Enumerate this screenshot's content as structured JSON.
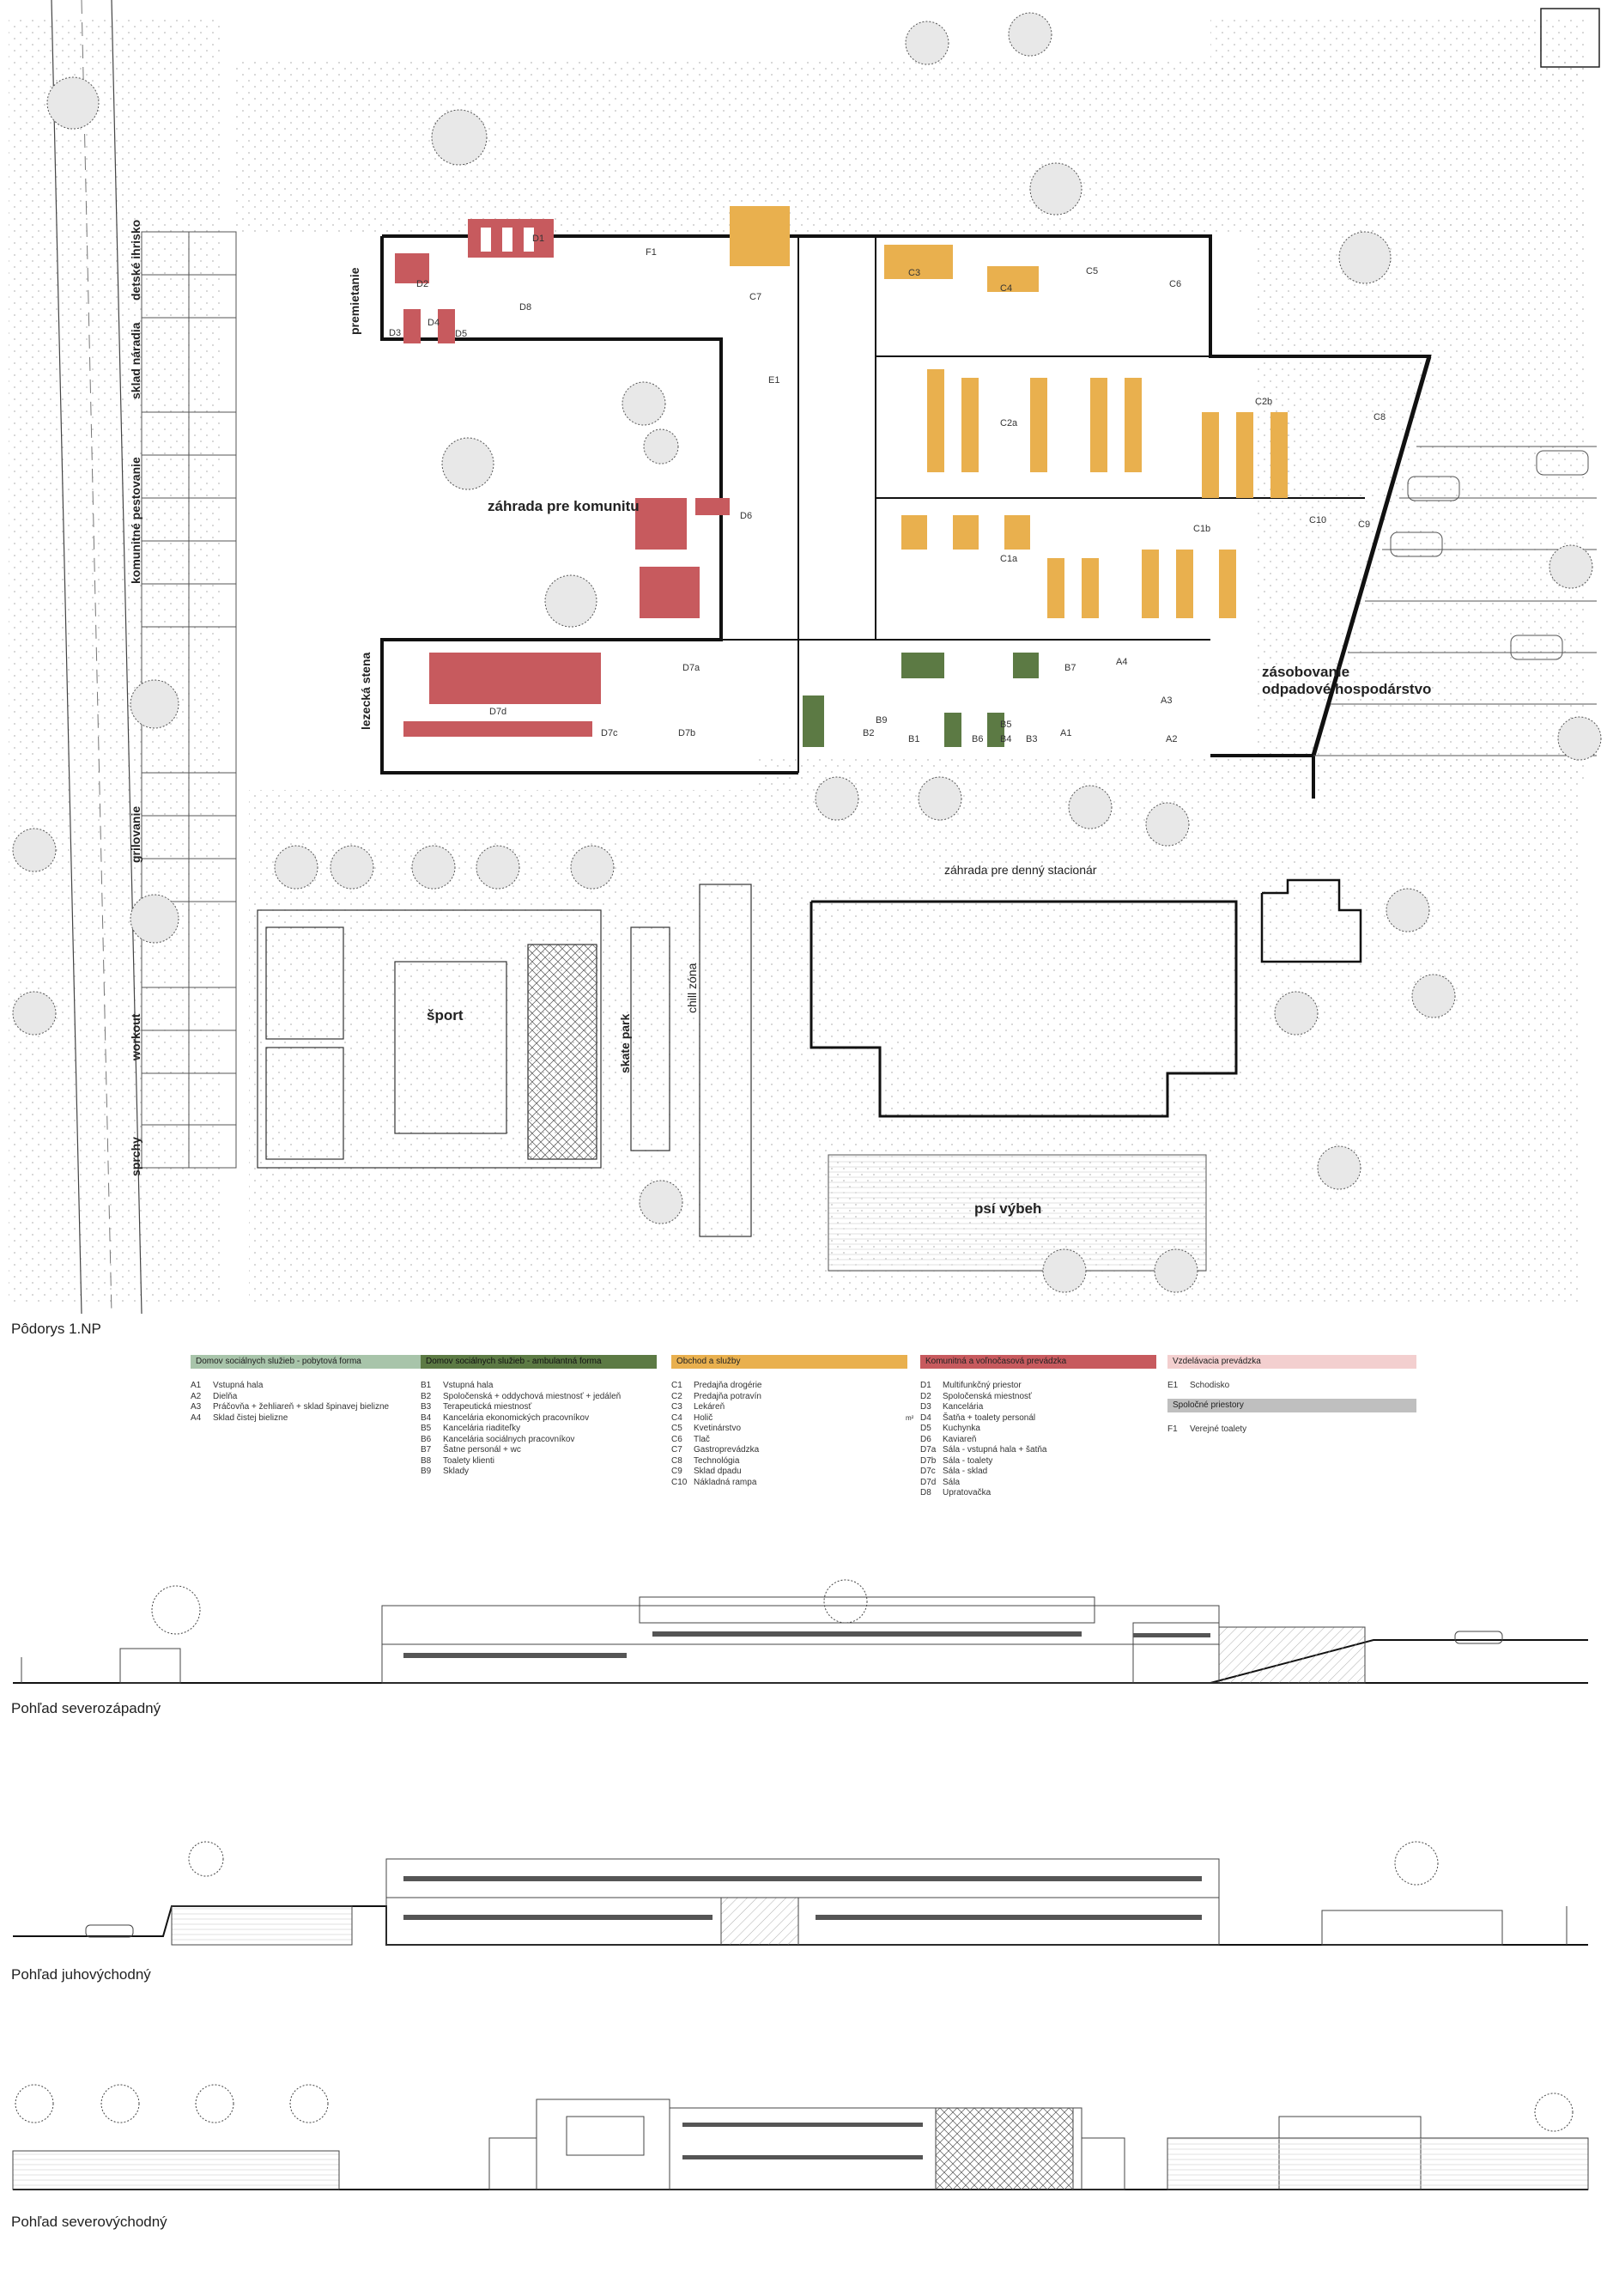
{
  "plan": {
    "caption": "Pôdorys 1.NP",
    "labels": {
      "garden_community": "záhrada pre komunitu",
      "projection": "premietanie",
      "climbing_wall": "lezecká stena",
      "supply": "zásobovanie",
      "waste": "odpadové hospodárstvo",
      "garden_daycare": "záhrada pre denný stacionár",
      "dog_run": "psí výbeh",
      "sport": "šport",
      "skate_park": "skate park",
      "chill_zone": "chill zóna",
      "playground": "detské ihrisko",
      "tool_storage": "sklad náradia",
      "community_growing": "komunitné pestovanie",
      "grilling": "grilovanie",
      "workout": "workout",
      "showers": "sprchy"
    },
    "rooms": [
      "D1",
      "D2",
      "D3",
      "D4",
      "D5",
      "D8",
      "F1",
      "C7",
      "C3",
      "C4",
      "C5",
      "C6",
      "E1",
      "C2a",
      "C2b",
      "C8",
      "C1a",
      "C1b",
      "C10",
      "C9",
      "D6",
      "D7a",
      "D7d",
      "D7b",
      "D7c",
      "B2",
      "B9",
      "B1",
      "B6",
      "B5",
      "B4",
      "B3",
      "B7",
      "A4",
      "A3",
      "A1",
      "A2"
    ]
  },
  "legend": {
    "columns": [
      {
        "title": "Domov sociálnych služieb - pobytová forma",
        "color": "#a8c4aa",
        "items": [
          {
            "code": "A1",
            "text": "Vstupná hala"
          },
          {
            "code": "A2",
            "text": "Dielňa"
          },
          {
            "code": "A3",
            "text": "Práčovňa + žehliareň + sklad špinavej bielizne"
          },
          {
            "code": "A4",
            "text": "Sklad čistej bielizne"
          }
        ]
      },
      {
        "title": "Domov sociálnych služieb - ambulantná forma",
        "color": "#5c7a44",
        "items": [
          {
            "code": "B1",
            "text": "Vstupná hala"
          },
          {
            "code": "B2",
            "text": "Spoločenská + oddychová miestnosť + jedáleň"
          },
          {
            "code": "B3",
            "text": "Terapeutická miestnosť"
          },
          {
            "code": "B4",
            "text": "Kancelária ekonomických pracovníkov"
          },
          {
            "code": "B5",
            "text": "Kancelária riaditeľky"
          },
          {
            "code": "B6",
            "text": "Kancelária sociálnych pracovníkov"
          },
          {
            "code": "B7",
            "text": "Šatne personál + wc"
          },
          {
            "code": "B8",
            "text": "Toalety klienti"
          },
          {
            "code": "B9",
            "text": "Sklady"
          }
        ]
      },
      {
        "title": "Obchod a služby",
        "color": "#e9b04e",
        "items": [
          {
            "code": "C1",
            "text": "Predajňa drogérie"
          },
          {
            "code": "C2",
            "text": "Predajňa potravín"
          },
          {
            "code": "C3",
            "text": "Lekáreň"
          },
          {
            "code": "C4",
            "text": "Holič"
          },
          {
            "code": "C5",
            "text": "Kvetinárstvo"
          },
          {
            "code": "C6",
            "text": "Tlač"
          },
          {
            "code": "C7",
            "text": "Gastroprevádzka"
          },
          {
            "code": "C8",
            "text": "Technológia"
          },
          {
            "code": "C9",
            "text": "Sklad dpadu"
          },
          {
            "code": "C10",
            "text": "Nákladná rampa"
          }
        ]
      },
      {
        "title": "Komunitná a voľnočasová prevádzka",
        "color": "#c75a5e",
        "items": [
          {
            "code": "D1",
            "text": "Multifunkčný priestor"
          },
          {
            "code": "D2",
            "text": "Spoločenská miestnosť"
          },
          {
            "code": "D3",
            "text": "Kancelária"
          },
          {
            "code": "D4",
            "text": "Šatňa + toalety personál"
          },
          {
            "code": "D5",
            "text": "Kuchynka"
          },
          {
            "code": "D6",
            "text": "Kaviareň"
          },
          {
            "code": "D7a",
            "text": "Sála - vstupná hala + šatňa"
          },
          {
            "code": "D7b",
            "text": "Sála - toalety"
          },
          {
            "code": "D7c",
            "text": "Sála - sklad"
          },
          {
            "code": "D7d",
            "text": "Sála"
          },
          {
            "code": "D8",
            "text": "Upratovačka"
          }
        ]
      },
      {
        "title": "Vzdelávacia prevádzka",
        "color": "#f3cfcf",
        "items": [
          {
            "code": "E1",
            "text": "Schodisko"
          }
        ],
        "sub_title": "Spoločné priestory",
        "sub_color": "#bfbfbf",
        "sub_items": [
          {
            "code": "F1",
            "text": "Verejné toalety"
          }
        ]
      }
    ],
    "sqm_mark": "m²"
  },
  "elevations": [
    {
      "caption": "Pohľad severozápadný"
    },
    {
      "caption": "Pohľad juhovýchodný"
    },
    {
      "caption": "Pohľad severovýchodný"
    }
  ],
  "colors": {
    "residential": "#a8c4aa",
    "ambulant": "#5c7a44",
    "shop": "#e9b04e",
    "community": "#c75a5e",
    "education": "#f3cfcf",
    "common": "#bfbfbf",
    "wall": "#111111",
    "dots": "#bcbcbc"
  }
}
